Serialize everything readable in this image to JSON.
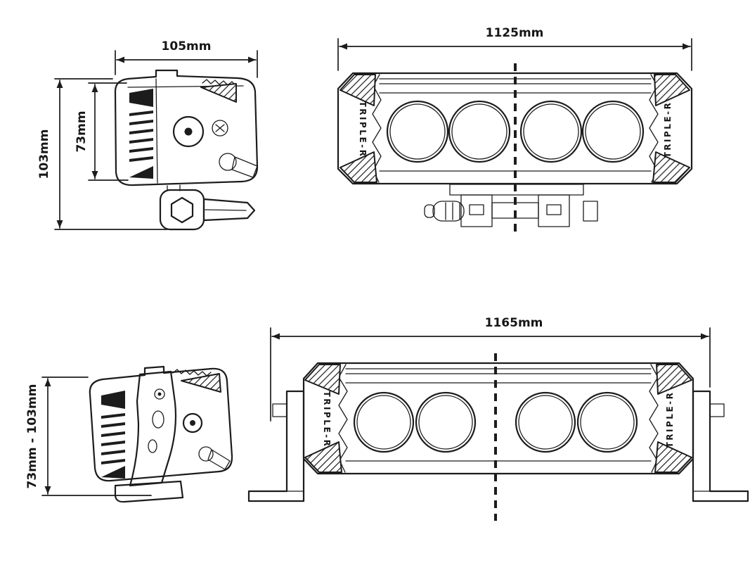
{
  "page": {
    "background": "#ffffff",
    "line_color": "#1c1c1c"
  },
  "drawing": {
    "brand_text": "TRIPLE-R",
    "views": {
      "top_side": {
        "width": "105mm",
        "height": "103mm",
        "aperture_height": "73mm"
      },
      "top_front": {
        "width": "1125mm"
      },
      "bottom_side": {
        "height_range": "73mm - 103mm"
      },
      "bottom_front": {
        "width": "1165mm"
      }
    }
  }
}
